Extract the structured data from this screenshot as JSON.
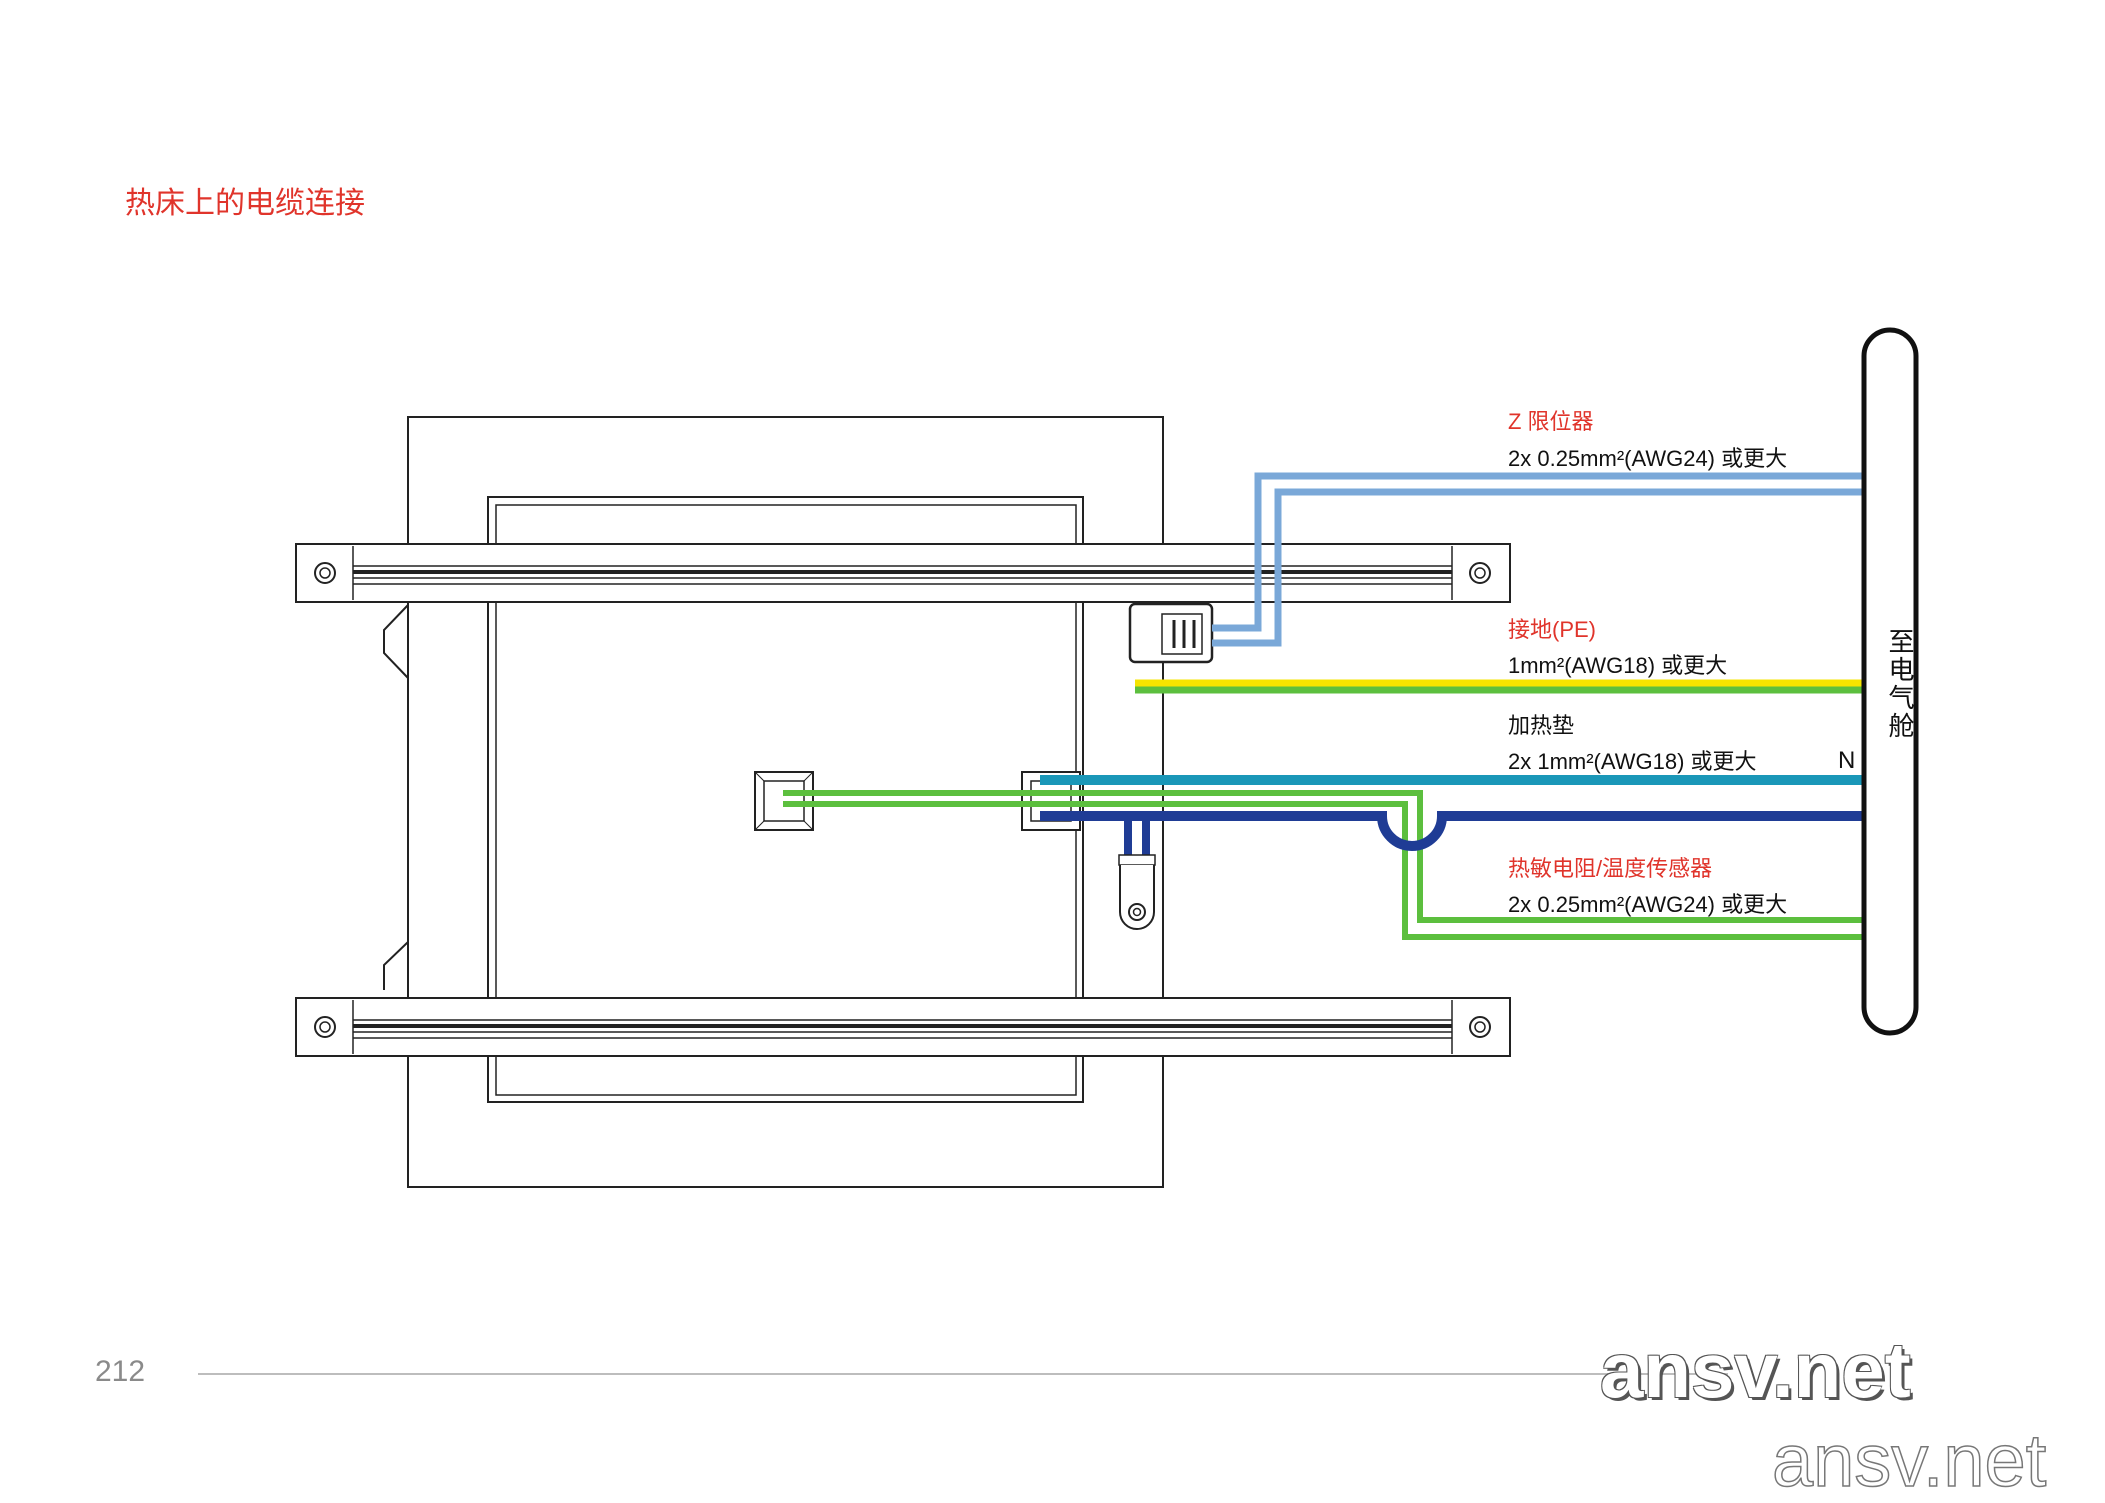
{
  "title": "热床上的电缆连接",
  "page_number": "212",
  "labels": {
    "z_limit_title": "Z 限位器",
    "z_limit_spec": "2x 0.25mm²(AWG24) 或更大",
    "ground_title": "接地(PE)",
    "ground_spec": "1mm²(AWG18) 或更大",
    "heater_title": "加热垫",
    "heater_spec": "2x 1mm²(AWG18) 或更大",
    "thermistor_title": "热敏电阻/温度传感器",
    "thermistor_spec": "2x 0.25mm²(AWG24) 或更大",
    "to_electronics": "至电气舱",
    "neutral": "N"
  },
  "wire_colors": {
    "z_limit": "#7aa8d8",
    "ground_yellow": "#f5e400",
    "ground_green": "#5cbf3e",
    "heater_n": "#1a97b8",
    "heater_l": "#1f3c95",
    "thermistor": "#5cbf3e"
  },
  "watermark": {
    "text1": "ansv.net",
    "text2": "ansv.net"
  }
}
